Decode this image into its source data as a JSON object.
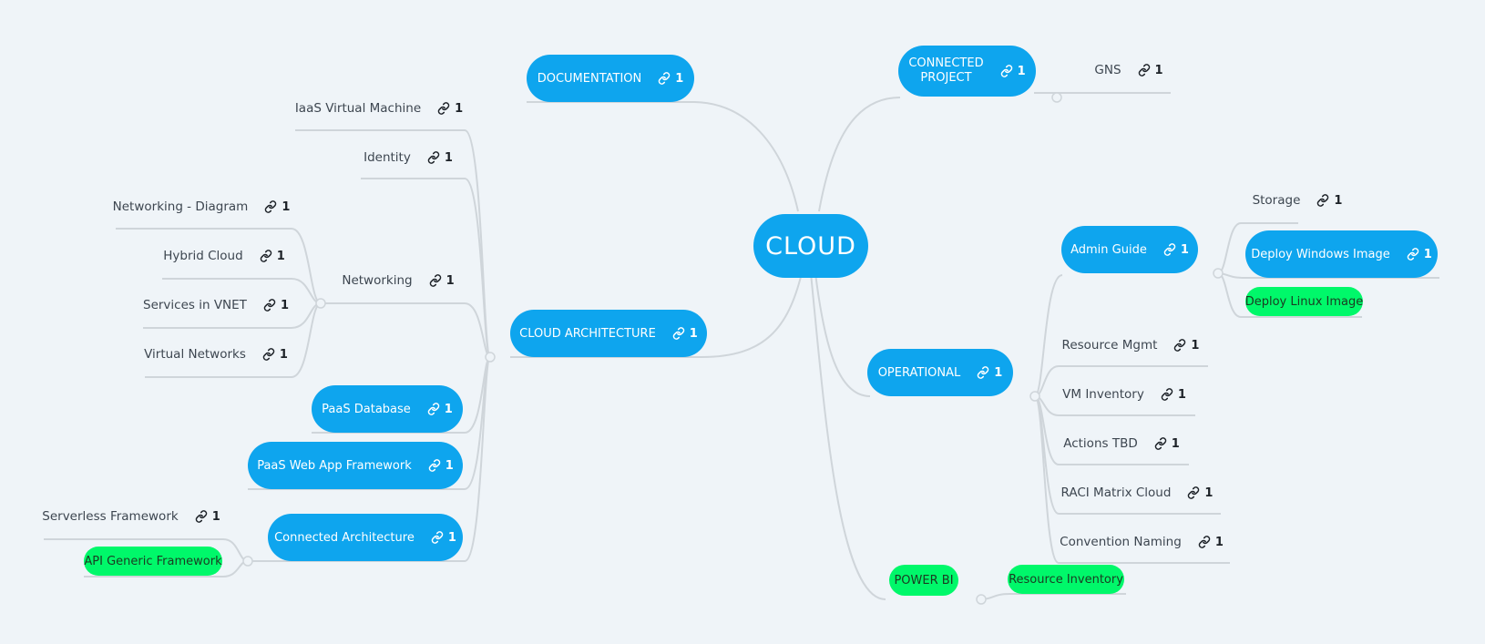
{
  "map": {
    "root": "CLOUD",
    "link_count": "1",
    "colors": {
      "topic": "#0ea5ee",
      "highlight": "#00f86a",
      "line": "#cfd5da",
      "background": "#eff4f8"
    },
    "icons": {
      "link": "link-icon"
    },
    "documentation": "DOCUMENTATION",
    "connected_project": "CONNECTED\nPROJECT",
    "gns": "GNS",
    "cloud_architecture": "CLOUD ARCHITECTURE",
    "iaas_vm": "IaaS Virtual Machine",
    "identity": "Identity",
    "networking": "Networking",
    "networking_diagram": "Networking - Diagram",
    "hybrid_cloud": "Hybrid Cloud",
    "services_vnet": "Services in VNET",
    "virtual_networks": "Virtual Networks",
    "paas_database": "PaaS Database",
    "paas_webapp": "PaaS Web App Framework",
    "connected_architecture": "Connected Architecture",
    "serverless": "Serverless Framework",
    "api_generic": "API Generic Framework",
    "operational": "OPERATIONAL",
    "admin_guide": "Admin Guide",
    "storage": "Storage",
    "deploy_windows": "Deploy Windows Image",
    "deploy_linux": "Deploy Linux Image",
    "resource_mgmt": "Resource Mgmt",
    "vm_inventory": "VM Inventory",
    "actions_tbd": "Actions TBD",
    "raci": "RACI Matrix Cloud",
    "convention_naming": "Convention Naming",
    "power_bi": "POWER BI",
    "resource_inventory": "Resource Inventory"
  }
}
